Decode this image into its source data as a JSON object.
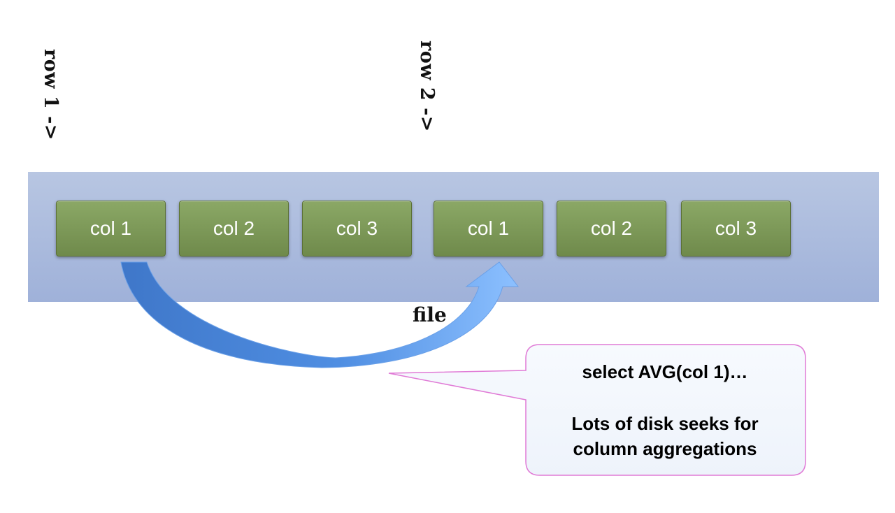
{
  "rows": [
    {
      "label": "row 1 ->"
    },
    {
      "label": "row 2 ->"
    }
  ],
  "columns": [
    "col 1",
    "col 2",
    "col 3",
    "col 1",
    "col 2",
    "col 3"
  ],
  "file_label": "file",
  "callout": {
    "line1": "select AVG(col 1)…",
    "line2": "Lots of disk seeks for",
    "line3": "column aggregations"
  },
  "colors": {
    "file_band": "#a9b9dd",
    "column_box": "#7b9856",
    "arrow": "#5a96e6",
    "callout_border": "#e07ad6",
    "callout_fill": "#f3f7fc"
  }
}
